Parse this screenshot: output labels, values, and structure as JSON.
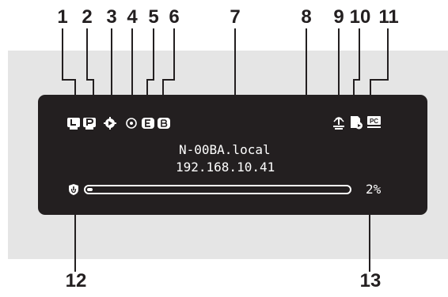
{
  "callouts": {
    "n1": "1",
    "n2": "2",
    "n3": "3",
    "n4": "4",
    "n5": "5",
    "n6": "6",
    "n7": "7",
    "n8": "8",
    "n9": "9",
    "n10": "10",
    "n11": "11",
    "n12": "12",
    "n13": "13"
  },
  "display": {
    "hostname": "N-00BA.local",
    "ip_address": "192.168.10.41",
    "progress_percent_label": "2%",
    "progress_fraction": 0.02,
    "status_icons_left": [
      {
        "icon": "l-badge-icon",
        "letter": "L"
      },
      {
        "icon": "p-badge-icon",
        "letter": "P"
      },
      {
        "icon": "sun-gear-icon"
      },
      {
        "icon": "circle-dot-icon"
      },
      {
        "icon": "e-badge-icon",
        "letter": "E"
      },
      {
        "icon": "b-badge-icon",
        "letter": "B"
      }
    ],
    "status_icons_right": [
      {
        "icon": "signal-tower-icon"
      },
      {
        "icon": "playback-doc-icon"
      },
      {
        "icon": "pc-badge-icon",
        "letter": "PC"
      }
    ],
    "progress_icon": "shield-power-icon"
  },
  "colors": {
    "panel_background": "#231f20",
    "outer_band": "#e5e5e5",
    "lcd_foreground": "#ffffff",
    "callout_text": "#231f20"
  }
}
